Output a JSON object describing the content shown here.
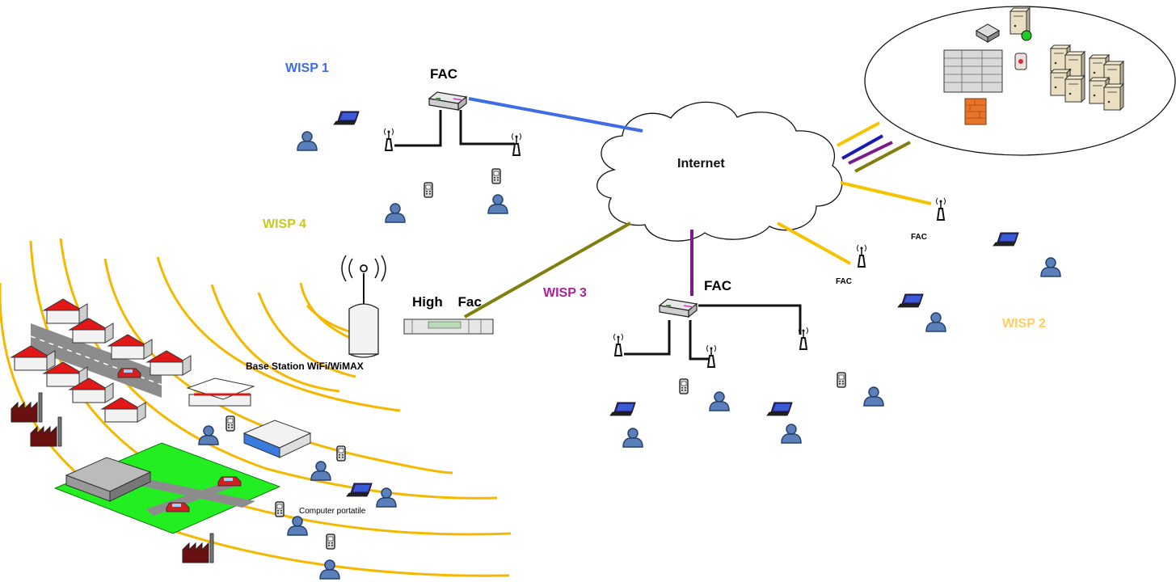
{
  "labels": {
    "wisp1": "WISP 1",
    "wisp2": "WISP 2",
    "wisp3": "WISP 3",
    "wisp4": "WISP 4",
    "fac_wisp1": "FAC",
    "fac_wisp3": "FAC",
    "fac_wisp2_a": "FAC",
    "fac_wisp2_b": "FAC",
    "internet": "Internet",
    "high_fac": "High Fac",
    "base_station": "Base Station WiFi/WiMAX",
    "computer": "Computer portatile"
  },
  "colors": {
    "wisp1": "#3d6ce6",
    "wisp2": "#ffcc66",
    "wisp3": "#aa229a",
    "wisp4": "#c8c81e",
    "coverage_arc": "#f5b800",
    "link_olive": "#7f7f10",
    "link_purple": "#7b1a8c",
    "link_yellow": "#f5c400",
    "link_blue": "#3d6ce6"
  },
  "icons": [
    "user-icon",
    "laptop-icon",
    "antenna-icon",
    "router-icon",
    "mobile-phone-icon",
    "server-icon",
    "firewall-icon",
    "house-icon",
    "factory-icon",
    "car-icon",
    "cloud-icon"
  ]
}
